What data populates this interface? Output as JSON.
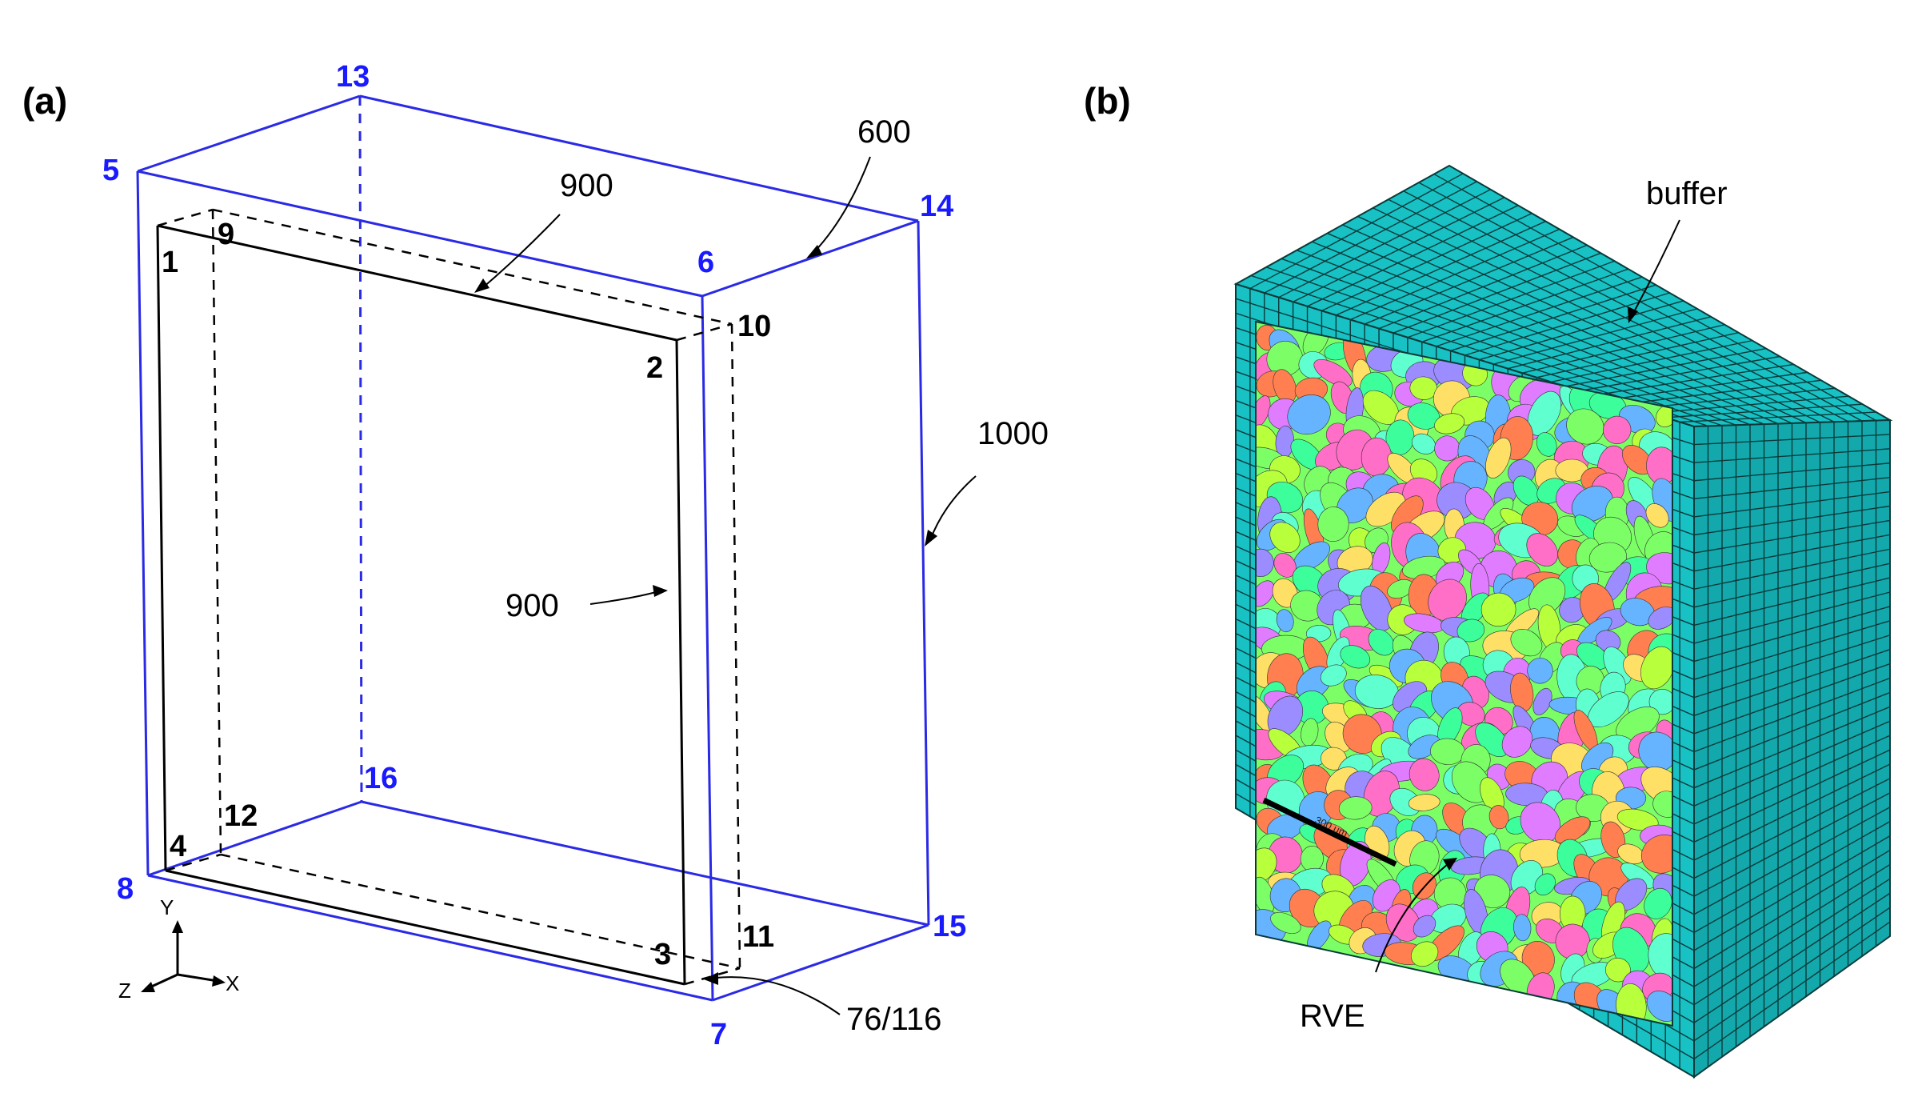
{
  "panels": [
    {
      "label": "(a)"
    },
    {
      "label": "(b)"
    }
  ],
  "outer_nodes": [
    "5",
    "6",
    "7",
    "8",
    "13",
    "14",
    "15",
    "16"
  ],
  "inner_nodes": [
    "1",
    "2",
    "3",
    "4",
    "9",
    "10",
    "11",
    "12"
  ],
  "dimensions": {
    "outer_height": "1000",
    "outer_depth": "600",
    "inner_width": "900",
    "inner_height": "900",
    "thickness": "76/116"
  },
  "axes": {
    "x": "X",
    "y": "Y",
    "z": "Z"
  },
  "mesh_labels": {
    "buffer": "buffer",
    "rve": "RVE"
  },
  "scale_bar": "300 um",
  "colors": {
    "outer_edges": "#2a2ae6",
    "inner_edges": "#000000",
    "mesh_fill": "#17c1c4",
    "mesh_lines": "#0a3a3a",
    "grain_palette": [
      "#ff6ec7",
      "#7cff66",
      "#9b8cff",
      "#5fffd0",
      "#ffe066",
      "#ff7f50",
      "#b8ff3c",
      "#66b3ff",
      "#e07cff",
      "#3cff9b"
    ]
  }
}
